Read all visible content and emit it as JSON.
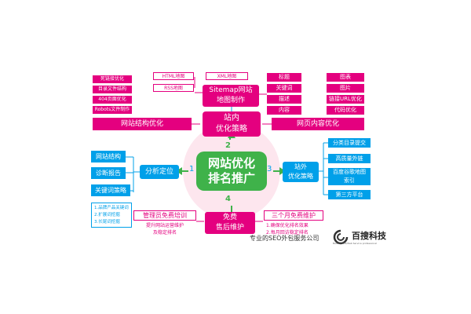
{
  "center": {
    "line1": "网站优化",
    "line2": "排名推广"
  },
  "top_hub": {
    "line1": "站内",
    "line2": "优化策略"
  },
  "sitemap_box": {
    "line1": "Sitemap网站",
    "line2": "地图制作"
  },
  "html_map": "HTML地图",
  "xml_map": "XML地图",
  "rss_map": "RSS地图",
  "structure_bar": "网站结构优化",
  "content_bar": "网页内容优化",
  "structure_items": [
    "死链接优化",
    "目录文件结构",
    "404页面优化",
    "Robots文件制作"
  ],
  "content_left_items": [
    "标题",
    "关键词",
    "描述",
    "内容"
  ],
  "content_right_items": [
    "图表",
    "图片",
    "链接URL优化",
    "代码优化"
  ],
  "left_hub": "分析定位",
  "left_items": [
    "网站结构",
    "诊断报告",
    "关键词策略"
  ],
  "kw_notes": [
    "1.品牌产品关键词",
    "2.扩展词挖掘",
    "3.长尾词挖掘"
  ],
  "right_hub": {
    "line1": "站外",
    "line2": "优化策略"
  },
  "right_items": [
    "分类目录提交",
    "高质量外链",
    "百度谷歌地图索引",
    "第三方平台"
  ],
  "bottom_hub": {
    "line1": "免费",
    "line2": "售后维护"
  },
  "admin_training": {
    "title": "管理员免费培训",
    "sub1": "提升网站运营维护",
    "sub2": "及稳定排名"
  },
  "three_month": {
    "title": "三个月免费维护",
    "sub1": "1.确保优化排名效果",
    "sub2": "2.每月回访稳定排名"
  },
  "numbers": [
    "1",
    "2",
    "3",
    "4"
  ],
  "footer_text": "专业的SEO外包服务公司",
  "logo_text": "百搜科技",
  "logo_sub": "Baisou SEO/Web Service professional"
}
